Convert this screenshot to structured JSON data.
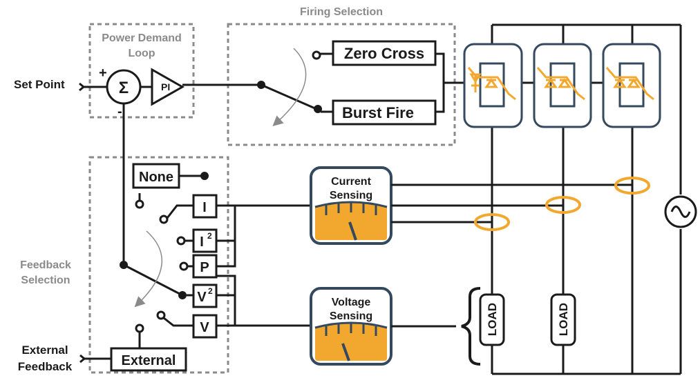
{
  "labels": {
    "firing_selection": "Firing Selection",
    "power_demand_loop_1": "Power Demand",
    "power_demand_loop_2": "Loop",
    "set_point": "Set Point",
    "plus": "+",
    "minus": "-",
    "sigma": "Σ",
    "pi": "PI",
    "zero_cross": "Zero Cross",
    "burst_fire": "Burst Fire",
    "none": "None",
    "opt_i": "I",
    "opt_i2": "I",
    "opt_p": "P",
    "opt_v2": "V",
    "sup2": "2",
    "opt_v": "V",
    "feedback_selection_1": "Feedback",
    "feedback_selection_2": "Selection",
    "external_feedback_1": "External",
    "external_feedback_2": "Feedback",
    "external": "External",
    "current_sensing_1": "Current",
    "current_sensing_2": "Sensing",
    "voltage_sensing_1": "Voltage",
    "voltage_sensing_2": "Sensing",
    "load": "LOAD",
    "ac_source": "~"
  },
  "colors": {
    "accent": "#f2a82f",
    "module_border": "#34495e",
    "line": "#1a1a1a",
    "dashed": "#8a8a8a"
  },
  "icons": [
    "sigma-summing-junction-icon",
    "pi-controller-triangle-icon",
    "scr-thyristor-icon",
    "current-transformer-icon",
    "meter-gauge-icon",
    "ac-source-icon",
    "brace-icon"
  ]
}
